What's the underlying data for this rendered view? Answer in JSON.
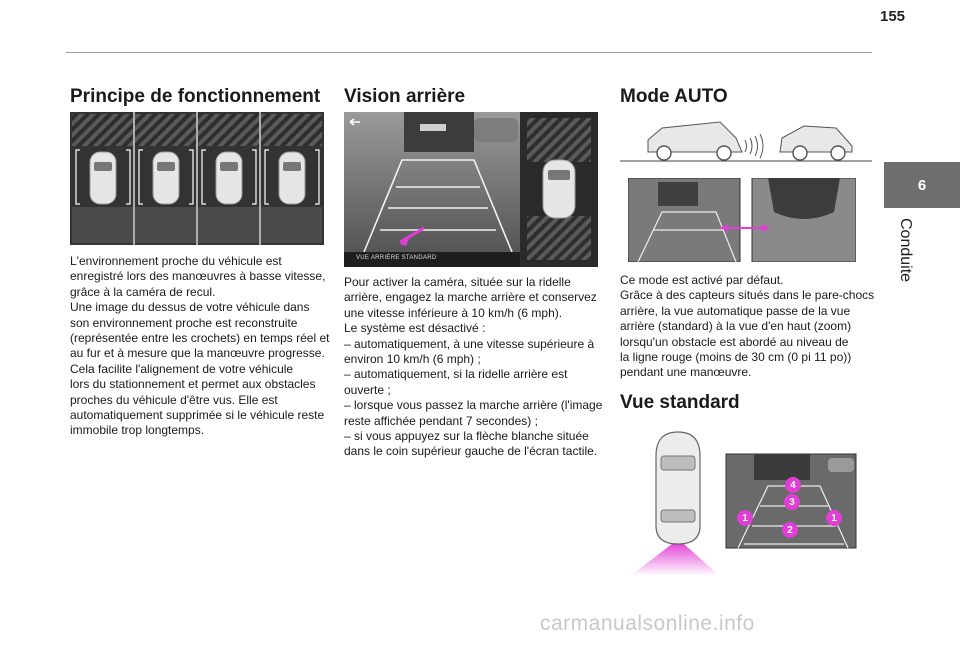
{
  "page": {
    "number": "155",
    "watermark": "carmanualsonline.info"
  },
  "side_tab": {
    "number": "6",
    "label": "Conduite"
  },
  "col1": {
    "title": "Principe de fonctionnement",
    "paragraphs": [
      "L'environnement proche du véhicule est",
      "enregistré lors des manœuvres à basse vitesse,",
      "grâce à la caméra de recul.",
      "Une image du dessus de votre véhicule dans",
      "son environnement proche est reconstruite",
      "(représentée entre les crochets) en temps réel et",
      "au fur et à mesure que la manœuvre progresse.",
      "Cela facilite l'alignement de votre véhicule",
      "lors du stationnement et permet aux obstacles",
      "proches du véhicule d'être vus. Elle est",
      "automatiquement supprimée si le véhicule reste",
      "immobile trop longtemps."
    ]
  },
  "col2": {
    "title": "Vision arrière",
    "screen_caption": "VUE ARRIÈRE STANDARD",
    "paragraphs": [
      "Pour activer la caméra, située sur la ridelle",
      "arrière, engagez la marche arrière et conservez",
      "une vitesse inférieure à 10 km/h (6 mph).",
      "Le système est désactivé :",
      "–  automatiquement, à une vitesse supérieure à",
      "environ 10 km/h (6 mph) ;",
      "–  automatiquement, si la ridelle arrière est",
      "ouverte ;",
      "–  lorsque vous passez la marche arrière (l'image",
      "reste affichée pendant 7 secondes) ;",
      "–  si vous appuyez sur la flèche blanche située",
      "dans le coin supérieur gauche de l'écran tactile."
    ]
  },
  "col3": {
    "title": "Mode AUTO",
    "paragraphs": [
      "Ce mode est activé par défaut.",
      "Grâce à des capteurs situés dans le pare-chocs",
      "arrière, la vue automatique passe de la vue",
      "arrière (standard) à la vue d'en haut (zoom)",
      "lorsqu'un obstacle est abordé au niveau de",
      "la ligne rouge (moins de 30 cm (0 pi 11 po))",
      "pendant une manœuvre."
    ],
    "subtitle": "Vue standard",
    "markers": [
      "1",
      "2",
      "3",
      "4",
      "1"
    ]
  },
  "colors": {
    "magenta": "#e03fd6",
    "tab": "#6c6e70",
    "rule": "#9a9a9a"
  }
}
